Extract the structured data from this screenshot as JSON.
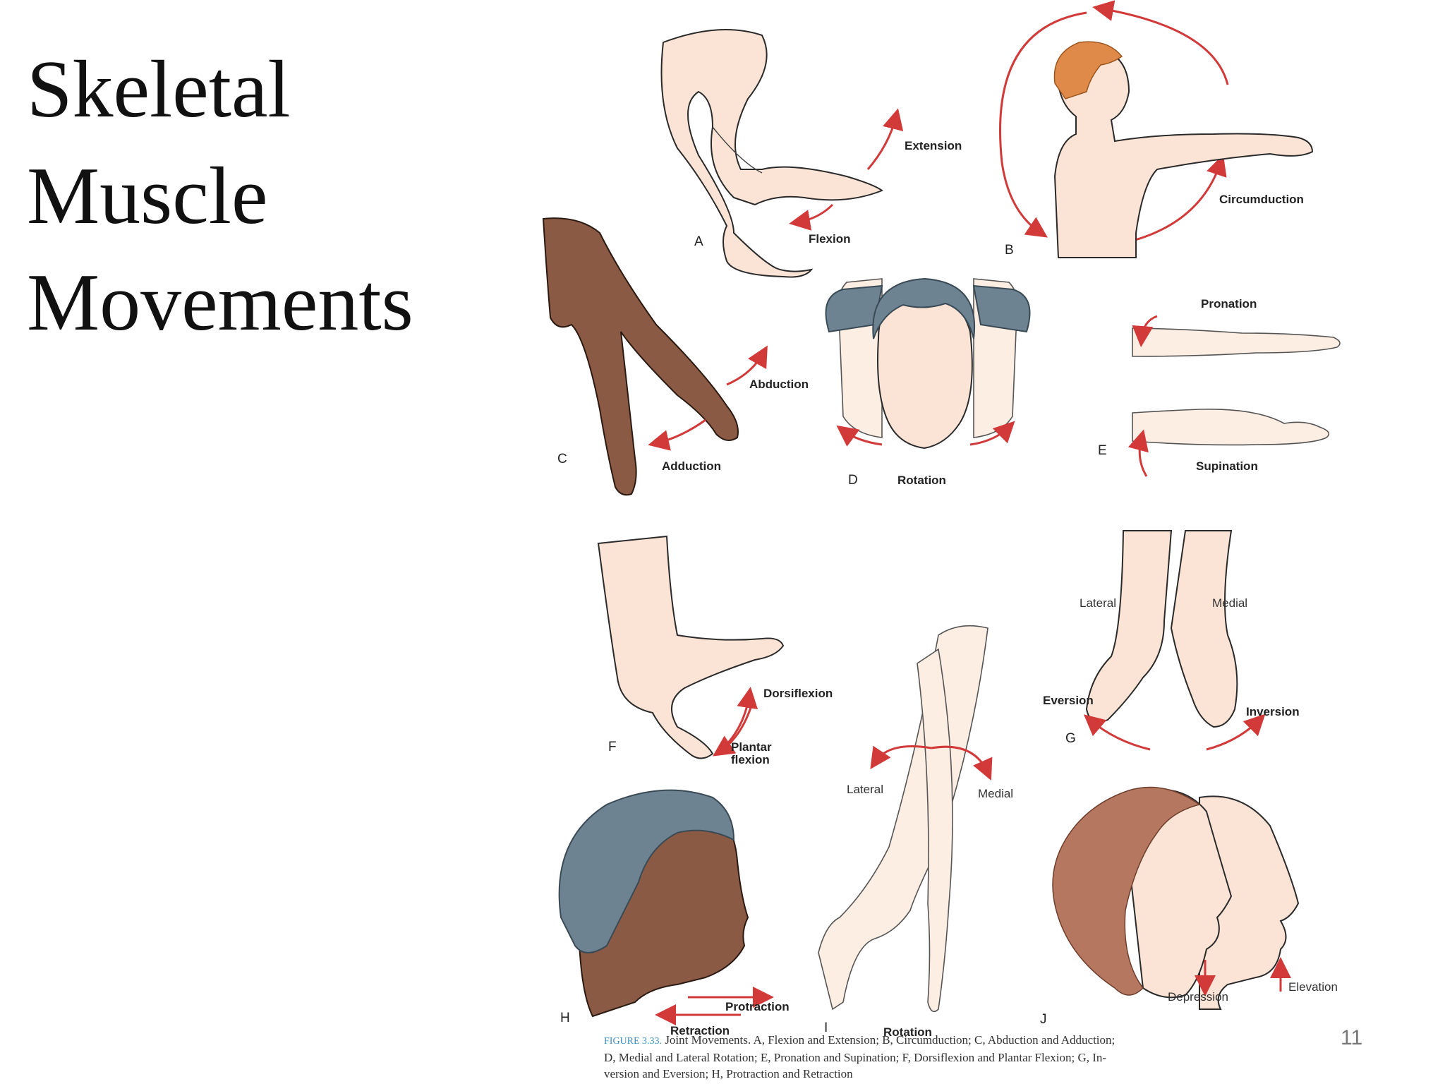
{
  "slide": {
    "title_lines": [
      "Skeletal",
      "Muscle",
      "Movements"
    ],
    "page_number": "11"
  },
  "figure": {
    "panels": {
      "A": {
        "letter": "A",
        "labels": [
          "Extension",
          "Flexion"
        ]
      },
      "B": {
        "letter": "B",
        "labels": [
          "Circumduction"
        ]
      },
      "C": {
        "letter": "C",
        "labels": [
          "Abduction",
          "Adduction"
        ]
      },
      "D": {
        "letter": "D",
        "labels": [
          "Rotation"
        ]
      },
      "E": {
        "letter": "E",
        "labels": [
          "Pronation",
          "Supination"
        ]
      },
      "F": {
        "letter": "F",
        "labels": [
          "Dorsiflexion",
          "Plantar",
          "flexion"
        ]
      },
      "G": {
        "letter": "G",
        "labels": [
          "Lateral",
          "Medial",
          "Eversion",
          "Inversion"
        ]
      },
      "H": {
        "letter": "H",
        "labels": [
          "Protraction",
          "Retraction"
        ]
      },
      "I": {
        "letter": "I",
        "labels": [
          "Lateral",
          "Medial",
          "Rotation"
        ]
      },
      "J": {
        "letter": "J",
        "labels": [
          "Depression",
          "Elevation"
        ]
      }
    },
    "caption": {
      "figure_number": "FIGURE 3.33.",
      "line1": "Joint Movements. A, Flexion and Extension; B, Circumduction; C, Abduction and Adduction;",
      "line2": "D, Medial and Lateral Rotation; E, Pronation and Supination; F, Dorsiflexion and Plantar Flexion; G, In-",
      "line3": "version and Eversion; H, Protraction and Retraction"
    }
  },
  "colors": {
    "arrow": "#d23a3a",
    "skin": "#fbe4d6",
    "dark_skin": "#8b5a45",
    "hair_blue": "#6d8392",
    "caption_figure_number": "#3c8fc4"
  }
}
